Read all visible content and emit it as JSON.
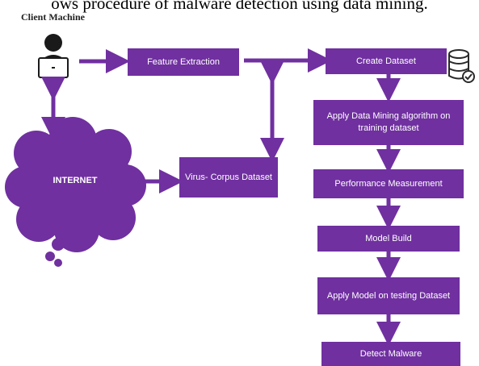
{
  "caption": "ows procedure of malware detection using data mining.",
  "client_label": "Client Machine",
  "cloud_label": "INTERNET",
  "boxes": {
    "feature_extraction": "Feature Extraction",
    "create_dataset": "Create Dataset",
    "apply_mining": "Apply Data Mining algorithm on training dataset",
    "virus_corpus": "Virus- Corpus Dataset",
    "performance": "Performance Measurement",
    "model_build": "Model Build",
    "apply_model": "Apply Model on testing Dataset",
    "detect_malware": "Detect Malware"
  },
  "colors": {
    "box": "#7030a0",
    "arrow": "#7030a0",
    "cloud": "#7030a0"
  },
  "icons": [
    "user-laptop-icon",
    "database-check-icon"
  ]
}
